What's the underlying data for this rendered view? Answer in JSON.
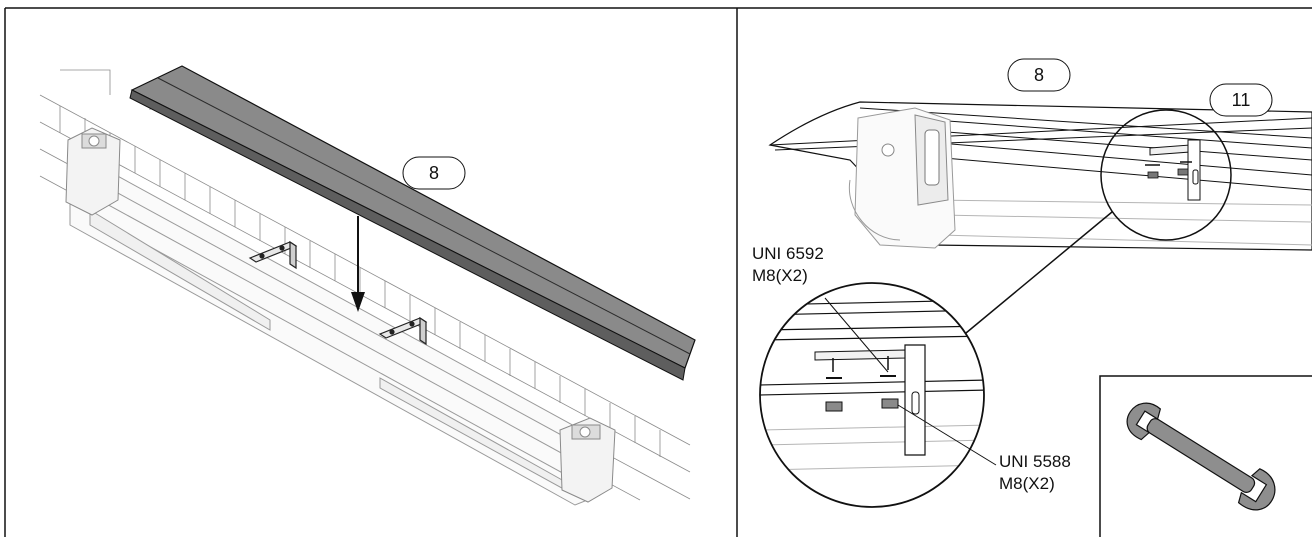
{
  "left_panel": {
    "callout_cover": "8"
  },
  "right_panel": {
    "callout_cover": "8",
    "callout_bracket": "11",
    "screw_label": {
      "line1": "UNI 6592",
      "line2": "M8(X2)"
    },
    "nut_label": {
      "line1": "UNI 5588",
      "line2": "M8(X2)"
    }
  },
  "tool": {
    "icon": "wrench-icon"
  },
  "colors": {
    "line": "#111111",
    "cover": "#8a8a8a",
    "cover_dark": "#5e5e5e",
    "faint": "#bdbdbd"
  }
}
